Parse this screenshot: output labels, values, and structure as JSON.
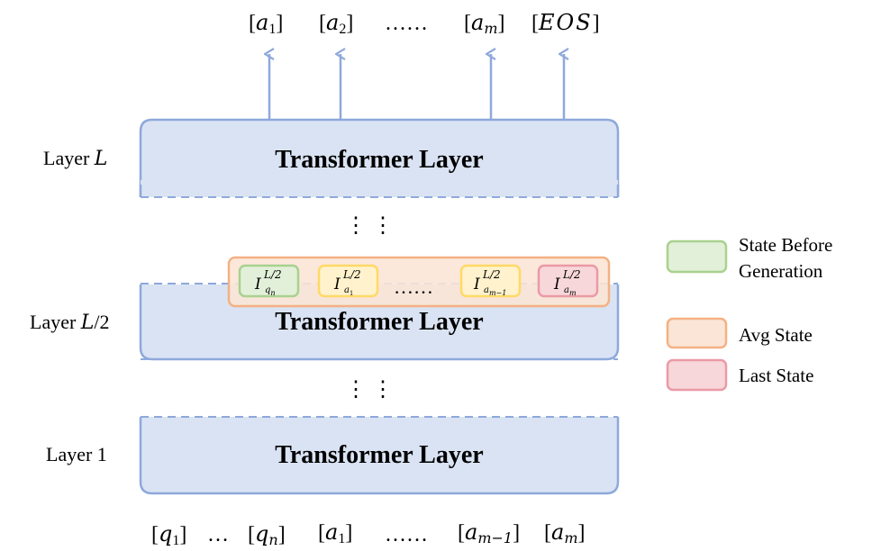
{
  "outputs": {
    "a1": {
      "var": "a",
      "sub": "1"
    },
    "a2": {
      "var": "a",
      "sub": "2"
    },
    "dots": "……",
    "am": {
      "var": "a",
      "sub": "m"
    },
    "eos": "EOS"
  },
  "layers": {
    "top": {
      "label": "Layer ",
      "label_var": "L",
      "title": "Transformer Layer"
    },
    "mid": {
      "label": "Layer ",
      "label_var": "L",
      "label_suffix": "/2",
      "title": "Transformer Layer"
    },
    "bottom": {
      "label": "Layer 1",
      "title": "Transformer Layer"
    },
    "vdots": "⋮  ⋮"
  },
  "states": {
    "sup": "L/2",
    "base": "I",
    "q": {
      "sub": "q",
      "subsub": "n"
    },
    "a1": {
      "sub": "a",
      "subsub": "1"
    },
    "dots": "……",
    "am1": {
      "sub": "a",
      "subsub": "m−1"
    },
    "am": {
      "sub": "a",
      "subsub": "m"
    }
  },
  "inputs": {
    "q1": {
      "var": "q",
      "sub": "1"
    },
    "dots1": "…",
    "qn": {
      "var": "q",
      "sub": "n"
    },
    "a1": {
      "var": "a",
      "sub": "1"
    },
    "dots2": "……",
    "am1": {
      "var": "a",
      "sub": "m−1"
    },
    "am": {
      "var": "a",
      "sub": "m"
    }
  },
  "legend": {
    "green_line1": "State Before",
    "green_line2": "Generation",
    "orange": "Avg State",
    "pink": "Last State"
  },
  "colors": {
    "layer_fill": "#dae3f3",
    "layer_stroke": "#8ea9db",
    "arrow": "#8ea9db",
    "green_fill": "#e2f0d9",
    "green_stroke": "#a9d18e",
    "yellow_fill": "#fff2cc",
    "yellow_stroke": "#ffd966",
    "pink_fill": "#f8d7da",
    "pink_stroke": "#ea9aa5",
    "orange_fill": "#fbe5d6",
    "orange_stroke": "#f4b183"
  }
}
